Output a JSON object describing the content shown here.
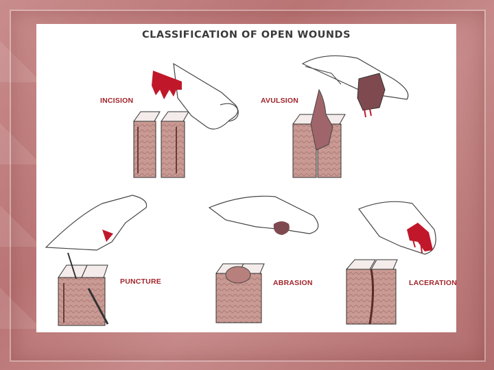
{
  "figure": {
    "title": "CLASSIFICATION OF OPEN WOUNDS",
    "labels": {
      "incision": "INCISION",
      "avulsion": "AVULSION",
      "puncture": "PUNCTURE",
      "abrasion": "ABRASION",
      "laceration": "LACERATION"
    }
  },
  "colors": {
    "slide_background": "#b97474",
    "label_red": "#a0242a",
    "skin_block": "#c89a94",
    "blood": "#c0182a"
  }
}
